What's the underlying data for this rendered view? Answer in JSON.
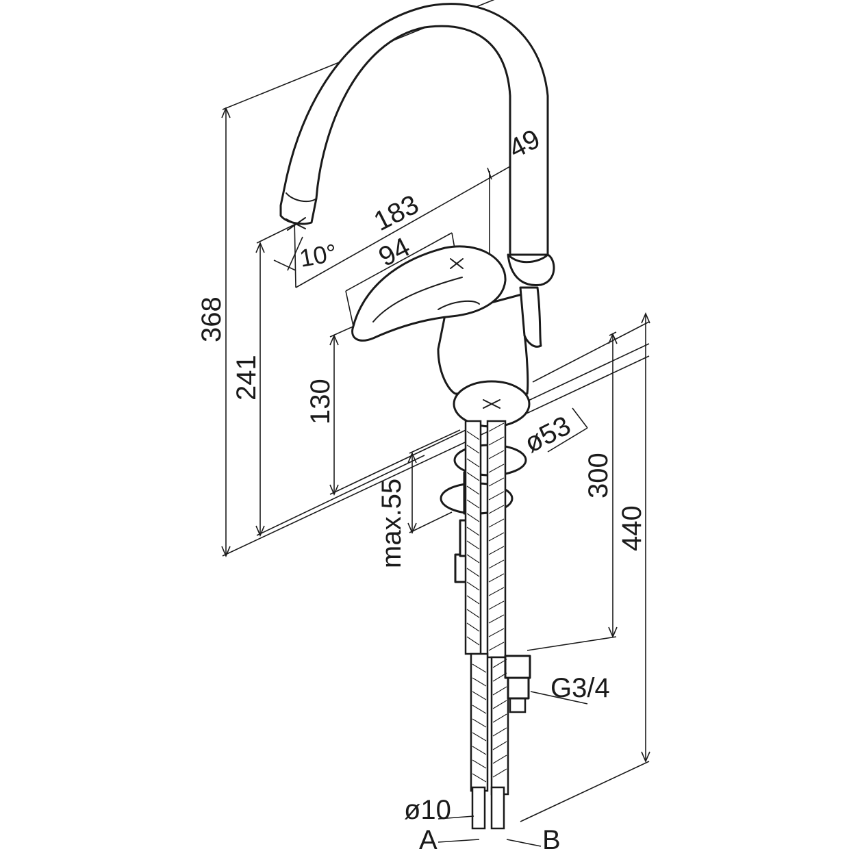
{
  "dimensions": {
    "overall_height": "368",
    "outlet_height": "241",
    "handle_height": "130",
    "max_deck_thickness": "max.55",
    "spout_reach": "183",
    "handle_length": "94",
    "spout_diameter": "49",
    "spout_angle": "10°",
    "base_diameter": "ø53",
    "hose_length_short": "300",
    "hose_length_long": "440",
    "thread": "G3/4",
    "pipe_diameter": "ø10",
    "connection_a": "A",
    "connection_b": "B"
  }
}
